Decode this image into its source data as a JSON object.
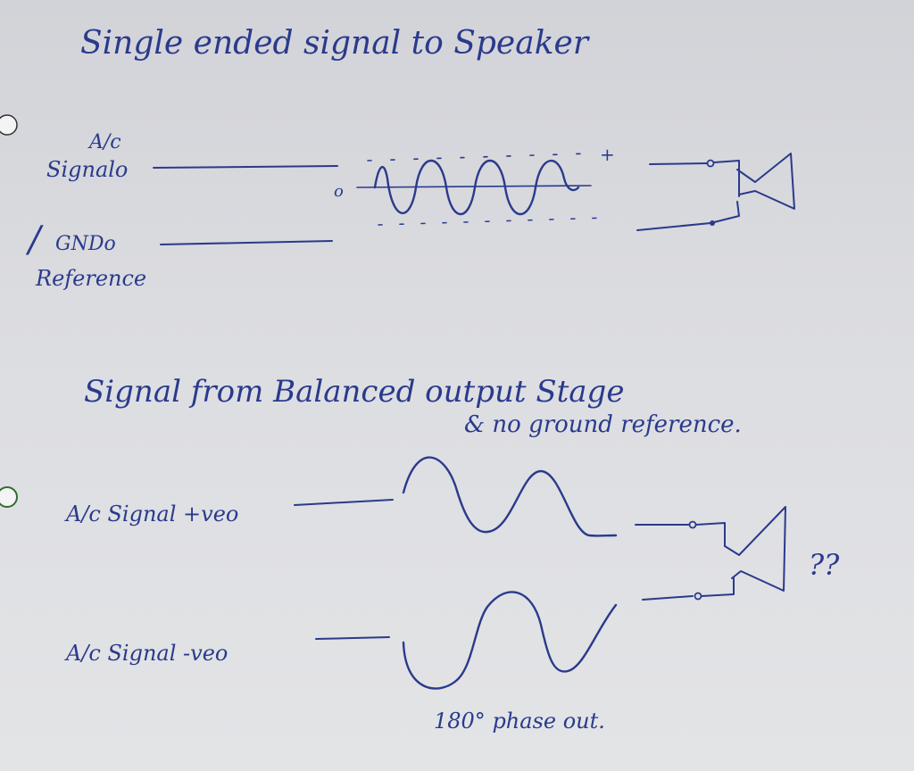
{
  "diagram1": {
    "title": "Single ended signal to Speaker",
    "signal_top": "A/c",
    "signal_label": "Signalo",
    "node_o": "o",
    "plus_mark": "+",
    "gnd_label": "GNDo",
    "reference_label": "Reference"
  },
  "diagram2": {
    "title": "Signal from Balanced output Stage",
    "subtitle": "& no ground reference.",
    "pos_label": "A/c Signal +veo",
    "neg_label": "A/c Signal -veo",
    "question": "??",
    "phase_note": "180° phase out."
  },
  "ink_color": "#2a3a8c"
}
